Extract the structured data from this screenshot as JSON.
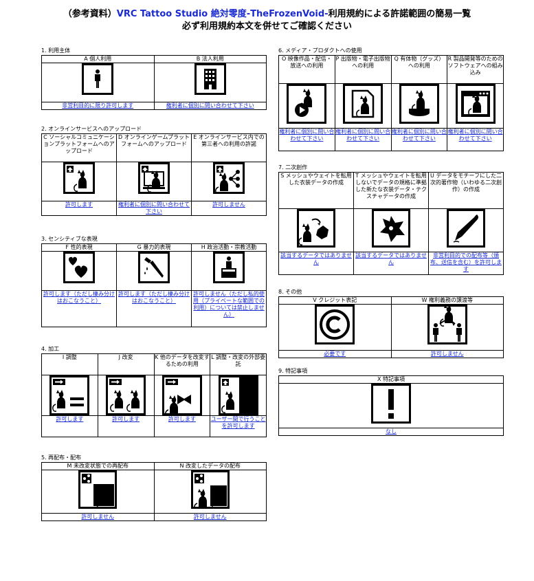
{
  "title": {
    "prefix": "（参考資料）",
    "name": "VRC Tattoo Studio 絶対零度-TheFrozenVoid-",
    "suffix": "利用規約による許諾範囲の簡易一覧",
    "line2": "必ず利用規約本文を併せてご確認ください"
  },
  "s1": {
    "heading": "1. 利用主体",
    "cols": [
      {
        "label": "A 個人利用",
        "status": "非営利目的に限り許可します",
        "icon": "person-icon"
      },
      {
        "label": "B 法人利用",
        "status": "権利者に個別に問い合わせて下さい",
        "icon": "building-icon"
      }
    ]
  },
  "s2": {
    "heading": "2. オンラインサービスへのアップロード",
    "cols": [
      {
        "label": "C ソーシャルコミュニケーションプラットフォームへのアップロード",
        "status": "許可します",
        "icon": "upload-cat-icon"
      },
      {
        "label": "D オンラインゲームプラットフォームへのアップロード",
        "status": "権利者に個別に問い合わせて下さい",
        "icon": "upload-game-icon"
      },
      {
        "label": "E オンラインサービス内での第三者への利用の許諾",
        "status": "許可しません",
        "icon": "share-third-party-icon"
      }
    ]
  },
  "s3": {
    "heading": "3. センシティブな表現",
    "cols": [
      {
        "label": "F 性的表現",
        "status": "許可します（ただし棲み分けはおこなうこと）",
        "icon": "hearts-icon"
      },
      {
        "label": "G 暴力的表現",
        "status": "許可します（ただし棲み分けはおこなうこと）",
        "icon": "knife-icon"
      },
      {
        "label": "H 政治活動・宗教活動",
        "status": "許可しません（ただし私的使用（プライベートな範囲での利用）については禁止しません）",
        "icon": "podium-icon"
      }
    ]
  },
  "s4": {
    "heading": "4. 加工",
    "cols": [
      {
        "label": "I 調整",
        "status": "許可します",
        "icon": "adjust-icon"
      },
      {
        "label": "J 改変",
        "status": "許可します",
        "icon": "modify-icon"
      },
      {
        "label": "K 他のデータを改変するための利用",
        "status": "許可します",
        "icon": "other-data-icon"
      },
      {
        "label": "L 調整・改変の外部委託",
        "status": "ユーザー間で行うことを許可します",
        "icon": "outsource-icon"
      }
    ]
  },
  "s5": {
    "heading": "5. 再配布・配布",
    "cols": [
      {
        "label": "M 未改変状態での再配布",
        "status": "許可しません",
        "icon": "redistribute-icon"
      },
      {
        "label": "N 改変したデータの配布",
        "status": "許可しません",
        "icon": "distribute-modified-icon"
      }
    ]
  },
  "s6": {
    "heading": "6. メディア・プロダクトへの使用",
    "cols": [
      {
        "label": "O 映像作品・配信・放送への利用",
        "status": "権利者に個別に問い合わせて下さい",
        "icon": "video-icon"
      },
      {
        "label": "P 出版物・電子出版物への利用",
        "status": "権利者に個別に問い合わせて下さい",
        "icon": "publication-icon"
      },
      {
        "label": "Q 有体物（グッズ）への利用",
        "status": "権利者に個別に問い合わせて下さい",
        "icon": "goods-icon"
      },
      {
        "label": "R 製品開発等のためのソフトウェアへの組み込み",
        "status": "権利者に個別に問い合わせて下さい",
        "icon": "software-icon"
      }
    ]
  },
  "s7": {
    "heading": "7. 二次創作",
    "cols": [
      {
        "label": "S メッシュやウェイトを転用した衣装データの作成",
        "status": "該当するデータではありません",
        "icon": "mesh-transfer-icon"
      },
      {
        "label": "T メッシュやウェイトを転用しないでデータの規格に準拠した新たな衣装データ・テクスチャデータの作成",
        "status": "該当するデータではありません",
        "icon": "new-costume-icon"
      },
      {
        "label": "U データをモチーフにした二次的著作物（いわゆる二次創作）の作成",
        "status": "非営利目的での配布等（頒布、送信を含む）を許可します",
        "icon": "pen-icon"
      }
    ]
  },
  "s8": {
    "heading": "8. その他",
    "cols": [
      {
        "label": "V クレジット表記",
        "status": "必要です",
        "icon": "copyright-icon"
      },
      {
        "label": "W 権利義務の譲渡等",
        "status": "許可しません",
        "icon": "transfer-rights-icon"
      }
    ]
  },
  "s9": {
    "heading": "9. 特記事項",
    "cols": [
      {
        "label": "X 特記事項",
        "status": "なし",
        "icon": "exclamation-icon"
      }
    ]
  }
}
